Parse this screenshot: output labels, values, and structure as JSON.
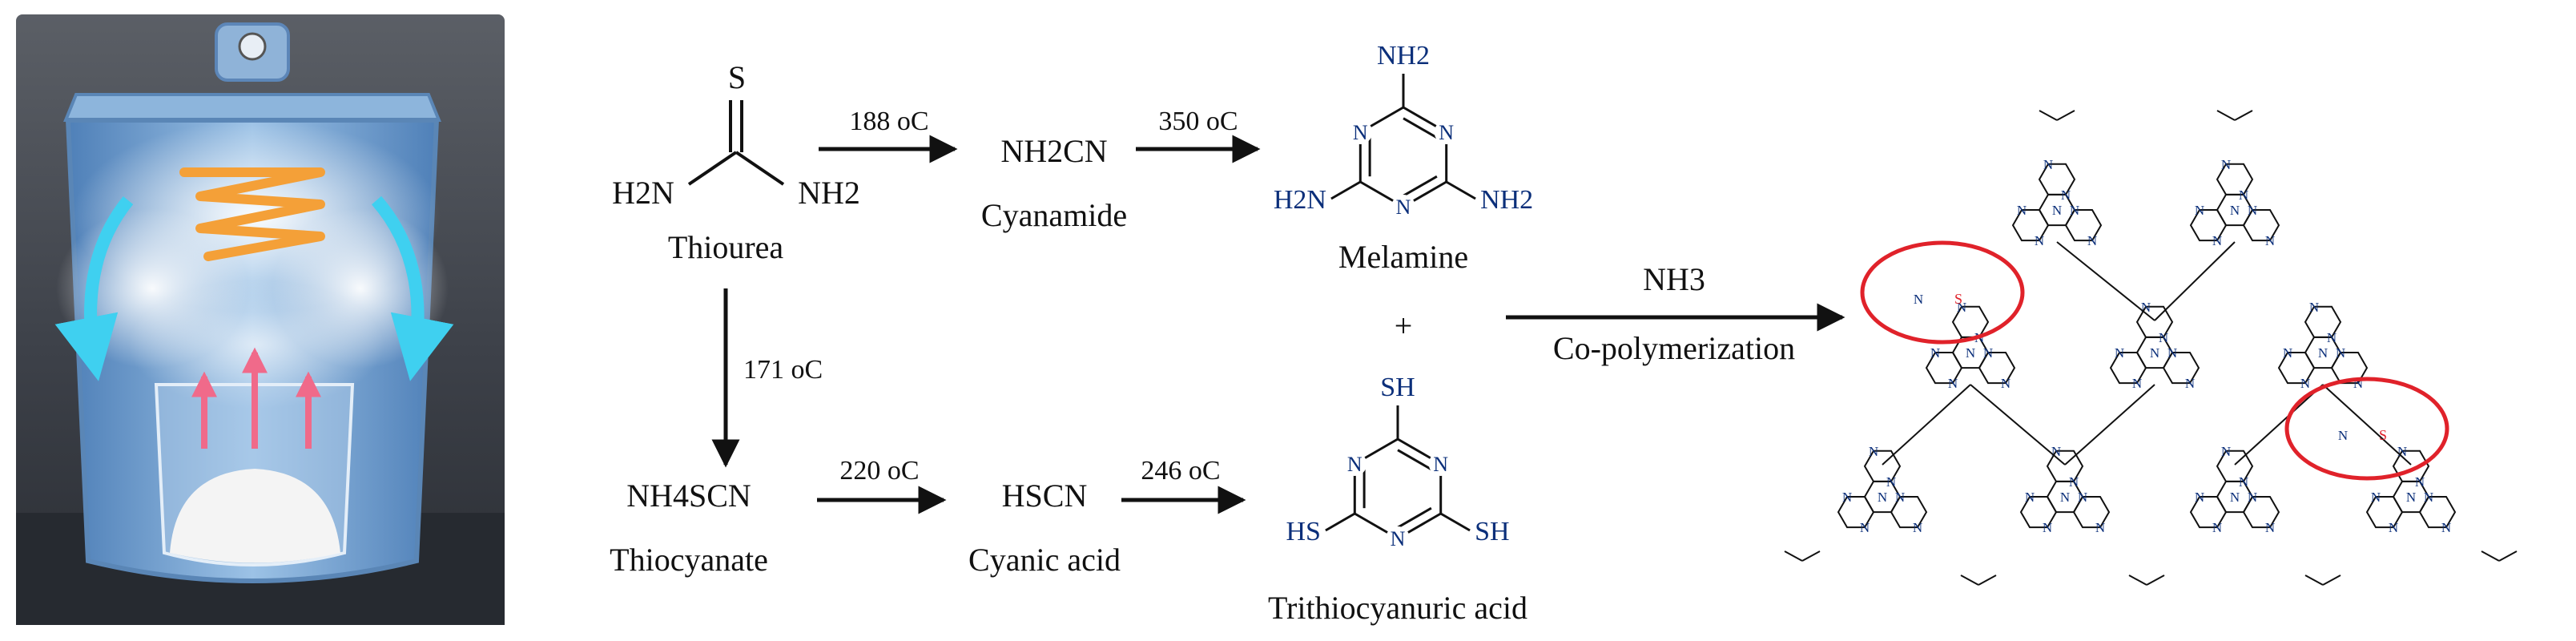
{
  "scheme": {
    "thiourea": {
      "atom_s": "S",
      "atom_h2n": "H2N",
      "atom_nh2": "NH2",
      "name": "Thiourea"
    },
    "cyanamide": {
      "formula": "NH2CN",
      "name": "Cyanamide"
    },
    "melamine": {
      "ring_n": "N",
      "subst": "NH2",
      "subst_left": "H2N",
      "name": "Melamine"
    },
    "thiocyanate": {
      "formula": "NH4SCN",
      "name": "Thiocyanate"
    },
    "cyanic_acid": {
      "formula": "HSCN",
      "name": "Cyanic acid"
    },
    "trithiocyanuric": {
      "ring_n": "N",
      "subst": "SH",
      "subst_left": "HS",
      "name": "Trithiocyanuric acid"
    },
    "plus": "+",
    "conditions": {
      "t1": "188 oC",
      "t2": "350 oC",
      "t3": "171 oC",
      "t4": "220 oC",
      "t5": "246 oC"
    },
    "final_step": {
      "reagent": "NH3",
      "process": "Co-polymerization"
    },
    "network": {
      "atom_n": "N",
      "atom_s": "S"
    }
  },
  "colors": {
    "ring_atoms": "#0b2f7a",
    "highlight_circle": "#e0222a",
    "sulfur_dopant": "#e0222a",
    "crucible_blue": "#6f9fd0",
    "flow_arrows_cyan": "#3fd0f0",
    "flow_arrows_pink": "#f06a8a",
    "heater_orange": "#f4a038"
  }
}
